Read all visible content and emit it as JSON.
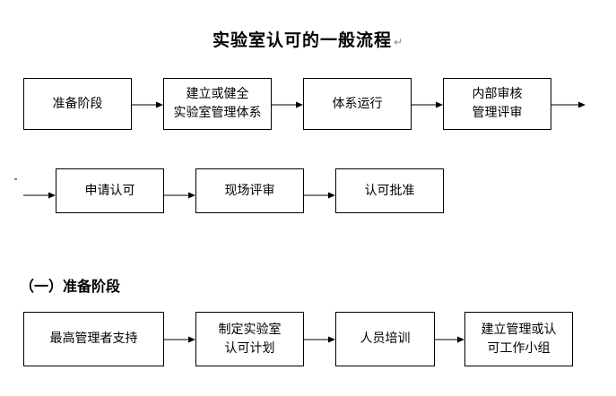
{
  "title": "实验室认可的一般流程",
  "paragraph_mark": "↵",
  "flow_row1": [
    {
      "label": "准备阶段"
    },
    {
      "label": "建立或健全\n实验室管理体系"
    },
    {
      "label": "体系运行"
    },
    {
      "label": "内部审核\n管理评审"
    }
  ],
  "flow_row2": [
    {
      "label": "申请认可"
    },
    {
      "label": "现场评审"
    },
    {
      "label": "认可批准"
    }
  ],
  "section_heading": "（一）准备阶段",
  "prep_row": [
    {
      "label": "最高管理者支持"
    },
    {
      "label": "制定实验室\n认可计划"
    },
    {
      "label": "人员培训"
    },
    {
      "label": "建立管理或认\n可工作小组"
    }
  ]
}
